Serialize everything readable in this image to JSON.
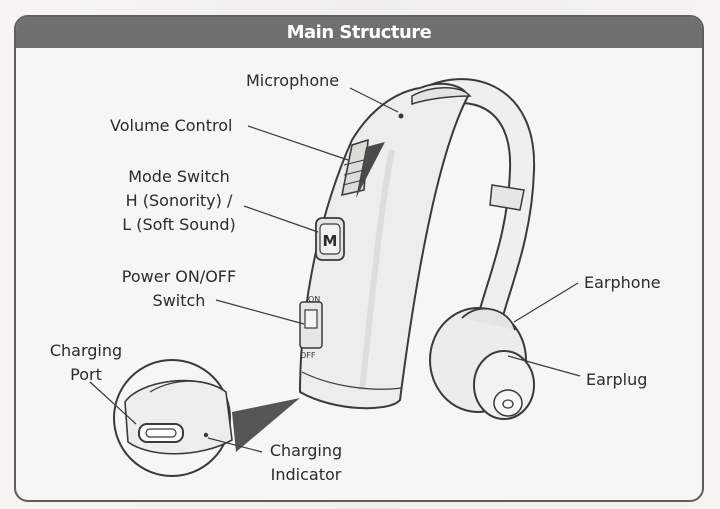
{
  "title": "Main Structure",
  "labels": {
    "microphone": "Microphone",
    "volume_control": "Volume Control",
    "mode_switch_line1": "Mode Switch",
    "mode_switch_line2": "H (Sonority) /",
    "mode_switch_line3": "L (Soft Sound)",
    "power_line1": "Power ON/OFF",
    "power_line2": "Switch",
    "charging_port_line1": "Charging",
    "charging_port_line2": "Port",
    "charging_indicator_line1": "Charging",
    "charging_indicator_line2": "Indicator",
    "earphone": "Earphone",
    "earplug": "Earplug"
  },
  "device_marks": {
    "mode_button": "M",
    "switch_on": "ON",
    "switch_off": "OFF"
  },
  "colors": {
    "title_bar": "#707070",
    "frame_border": "#5e5e5e",
    "device_body": "#ededeb",
    "outline": "#3a3a3a",
    "text": "#2b2b2b"
  }
}
